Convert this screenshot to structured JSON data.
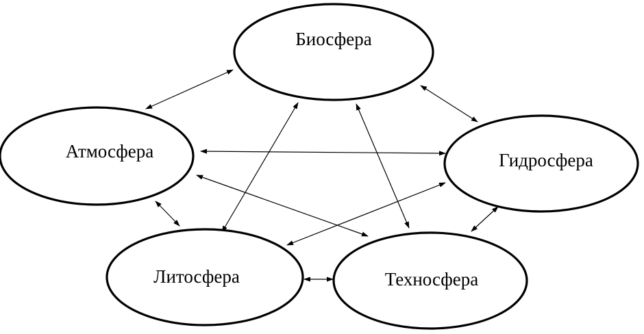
{
  "diagram": {
    "nodes": {
      "biosphere": "Биосфера",
      "atmosphere": "Атмосфера",
      "hydrosphere": "Гидросфера",
      "lithosphere": "Литосфера",
      "technosphere": "Техносфера"
    },
    "edges": [
      {
        "from": "atmosphere",
        "to": "biosphere",
        "direction": "both"
      },
      {
        "from": "biosphere",
        "to": "hydrosphere",
        "direction": "both"
      },
      {
        "from": "atmosphere",
        "to": "hydrosphere",
        "direction": "both"
      },
      {
        "from": "biosphere",
        "to": "lithosphere",
        "direction": "both"
      },
      {
        "from": "biosphere",
        "to": "technosphere",
        "direction": "both"
      },
      {
        "from": "atmosphere",
        "to": "technosphere",
        "direction": "both"
      },
      {
        "from": "hydrosphere",
        "to": "lithosphere",
        "direction": "both"
      },
      {
        "from": "atmosphere",
        "to": "lithosphere",
        "direction": "both"
      },
      {
        "from": "hydrosphere",
        "to": "technosphere",
        "direction": "both"
      },
      {
        "from": "lithosphere",
        "to": "technosphere",
        "direction": "both"
      }
    ]
  }
}
